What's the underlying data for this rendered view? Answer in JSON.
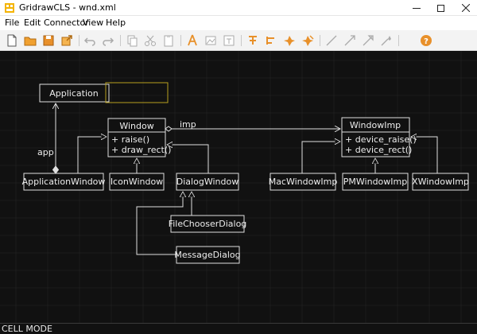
{
  "window": {
    "title": "GridrawCLS - wnd.xml",
    "minimize_icon": "minimize-icon",
    "maximize_icon": "maximize-icon",
    "close_icon": "close-icon"
  },
  "menu": {
    "items": [
      "File",
      "Edit",
      "Connector",
      "View",
      "Help"
    ]
  },
  "toolbar": {
    "icons": [
      "new-file-icon",
      "open-folder-icon",
      "save-icon",
      "export-icon",
      "undo-icon",
      "redo-icon",
      "copy-icon",
      "cut-icon",
      "paste-icon",
      "class-icon",
      "image-icon",
      "text-icon",
      "grid-icon",
      "align-icon",
      "distribute-icon",
      "zoom-in-icon",
      "zoom-out-icon",
      "line-icon",
      "arrow-icon",
      "dependency-icon",
      "composition-icon",
      "help-icon"
    ]
  },
  "diagram": {
    "application": "Application",
    "application_window": "ApplicationWindow",
    "window_class": "Window",
    "window_ops": [
      "+ raise()",
      "+ draw_rect()"
    ],
    "icon_window": "IconWindow",
    "dialog_window": "DialogWindow",
    "file_chooser": "FileChooserDialog",
    "message_dialog": "MessageDialog",
    "window_imp": "WindowImp",
    "window_imp_ops": [
      "+ device_raise()",
      "+ device_rect()"
    ],
    "mac_imp": "MacWindowImp",
    "pm_imp": "PMWindowImp",
    "x_imp": "XWindowImp",
    "label_app": "app",
    "label_imp": "imp"
  },
  "status": {
    "mode": "CELL MODE"
  }
}
